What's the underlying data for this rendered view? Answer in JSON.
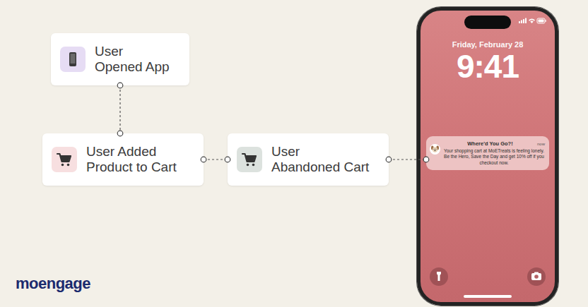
{
  "diagram": {
    "nodes": [
      {
        "text": [
          "User Opened App"
        ]
      },
      {
        "text": [
          "User Added Product to Cart"
        ]
      },
      {
        "text": [
          "User Abandoned Cart"
        ]
      },
      {
        "text": [
          "Friday, February 28",
          "9:41"
        ]
      },
      {
        "text": [
          "Where'd You Go?!",
          "now",
          "Your shopping cart at MoETreats is feeling lonely. Be the Hero, Save the Day and get 10% off if you checkout now."
        ],
        "in": 3
      }
    ],
    "edges": [
      {
        "from": 0,
        "to": 1,
        "arrow": "none"
      },
      {
        "from": 1,
        "to": 2,
        "arrow": "none"
      },
      {
        "from": 2,
        "to": 4,
        "arrow": "none"
      }
    ],
    "labels": [
      "moengage"
    ]
  }
}
